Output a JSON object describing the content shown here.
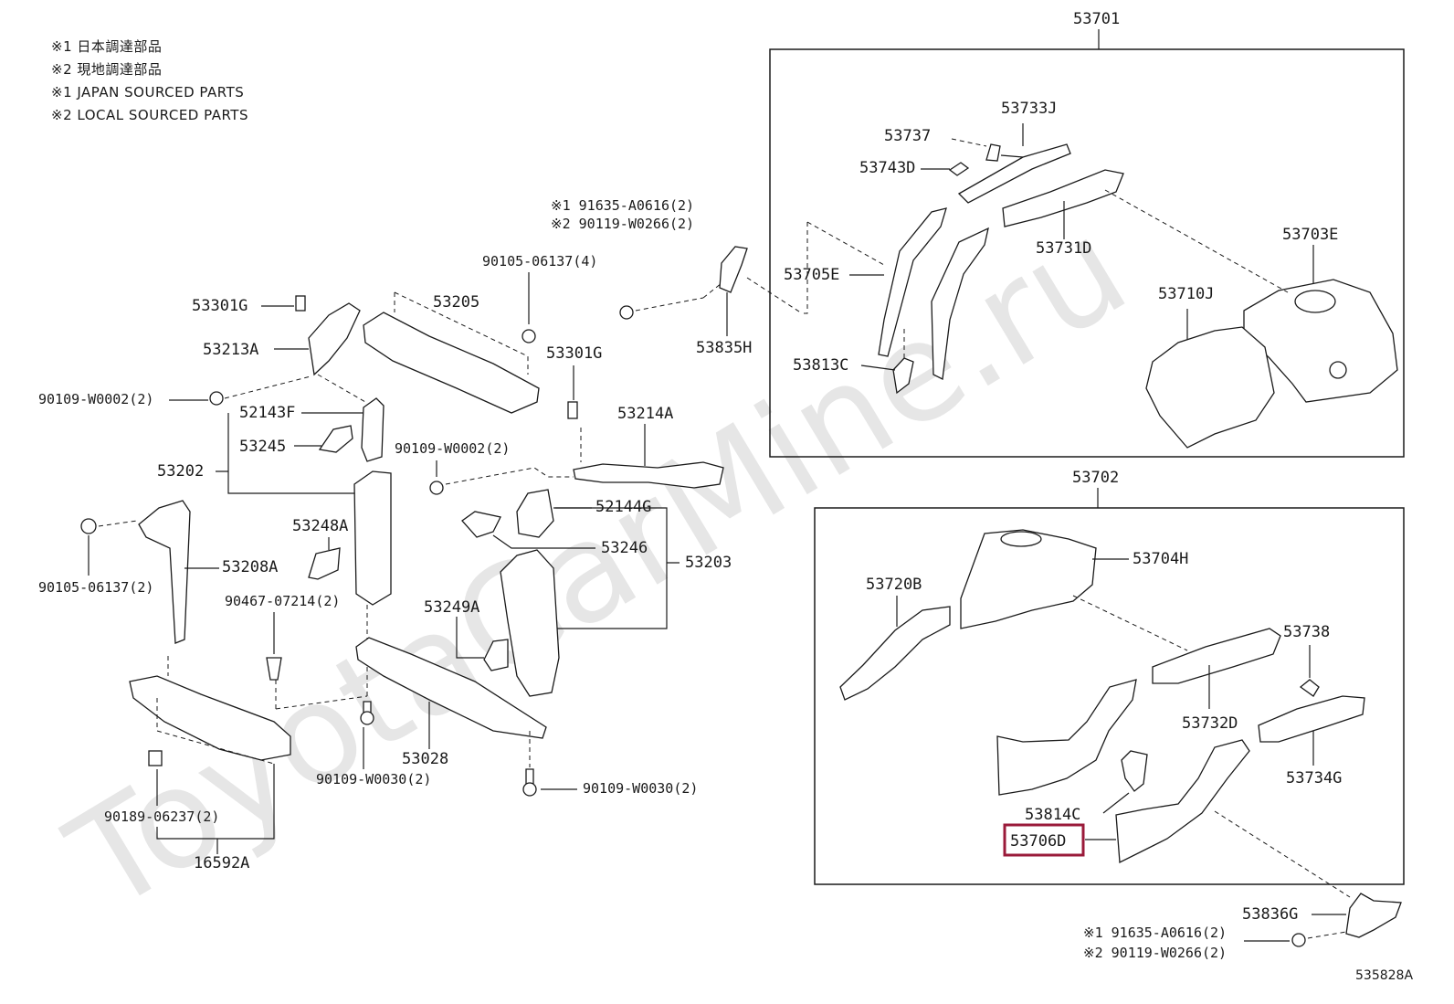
{
  "notes": [
    "※1  日本調達部品",
    "※2  現地調達部品",
    "※1  JAPAN SOURCED PARTS",
    "※2  LOCAL SOURCED PARTS"
  ],
  "watermark": "ToyotaCarMine.ru",
  "group_labels": {
    "g53701": "53701",
    "g53702": "53702"
  },
  "labels": {
    "p53733J": "53733J",
    "p53737": "53737",
    "p53743D": "53743D",
    "p53731D": "53731D",
    "p53703E": "53703E",
    "p53710J": "53710J",
    "p53705E": "53705E",
    "p53813C": "53813C",
    "p53835H": "53835H",
    "fast_top_1": "※1 91635-A0616(2)",
    "fast_top_2": "※2 90119-W0266(2)",
    "p90105_06137_4": "90105-06137(4)",
    "p53301G_a": "53301G",
    "p53205": "53205",
    "p53213A": "53213A",
    "p53301G_b": "53301G",
    "p90109_W0002_a": "90109-W0002(2)",
    "p52143F": "52143F",
    "p53214A": "53214A",
    "p53245": "53245",
    "p90109_W0002_b": "90109-W0002(2)",
    "p53202": "53202",
    "p52144G": "52144G",
    "p53248A": "53248A",
    "p53246": "53246",
    "p53203": "53203",
    "p53208A": "53208A",
    "p90105_06137_2": "90105-06137(2)",
    "p90467_07214": "90467-07214(2)",
    "p53249A": "53249A",
    "p53028": "53028",
    "p90109_W0030_a": "90109-W0030(2)",
    "p90109_W0030_b": "90109-W0030(2)",
    "p90189_06237": "90189-06237(2)",
    "p16592A": "16592A",
    "p53720B": "53720B",
    "p53704H": "53704H",
    "p53738": "53738",
    "p53732D": "53732D",
    "p53734G": "53734G",
    "p53814C": "53814C",
    "p53706D": "53706D",
    "p53836G": "53836G",
    "fast_bot_1": "※1 91635-A0616(2)",
    "fast_bot_2": "※2 90119-W0266(2)",
    "ref": "535828A"
  },
  "highlight_color": "#9a1a3a"
}
